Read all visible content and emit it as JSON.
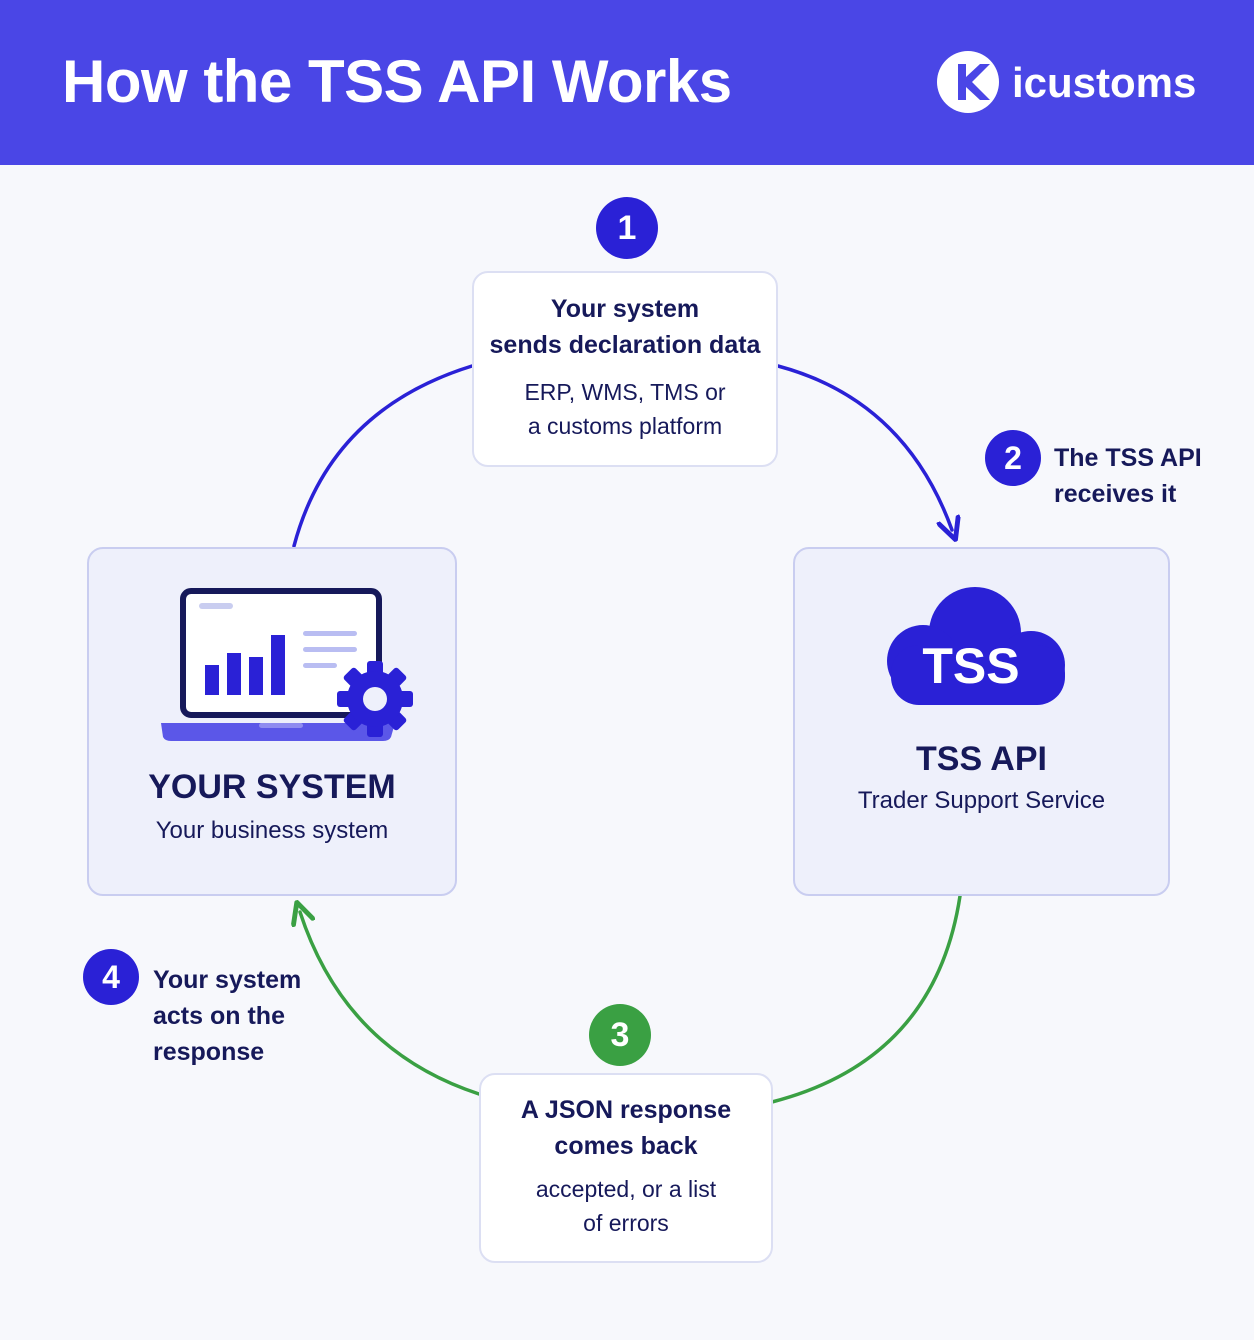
{
  "header": {
    "title": "How the TSS API Works",
    "brand": "icustoms"
  },
  "colors": {
    "header_bg": "#4a46e6",
    "blue_accent": "#2a21d6",
    "green_accent": "#3aa043",
    "text_dark": "#16195a"
  },
  "steps": [
    {
      "number": "1",
      "title_lines": [
        "Your system",
        "sends declaration data"
      ],
      "sub_lines": [
        "ERP, WMS, TMS or",
        "a customs platform"
      ]
    },
    {
      "number": "2",
      "label_lines": [
        "The TSS API",
        "receives it"
      ]
    },
    {
      "number": "3",
      "title_lines": [
        "A JSON response",
        "comes back"
      ],
      "sub_lines": [
        "accepted, or a list",
        "of errors"
      ]
    },
    {
      "number": "4",
      "label_lines": [
        "Your system",
        "acts on the",
        "response"
      ]
    }
  ],
  "nodes": {
    "your_system": {
      "title": "YOUR SYSTEM",
      "subtitle": "Your business system",
      "icon": "laptop-gear-icon"
    },
    "tss_api": {
      "cloud_text": "TSS",
      "title": "TSS API",
      "subtitle": "Trader Support Service",
      "icon": "cloud-icon"
    }
  }
}
